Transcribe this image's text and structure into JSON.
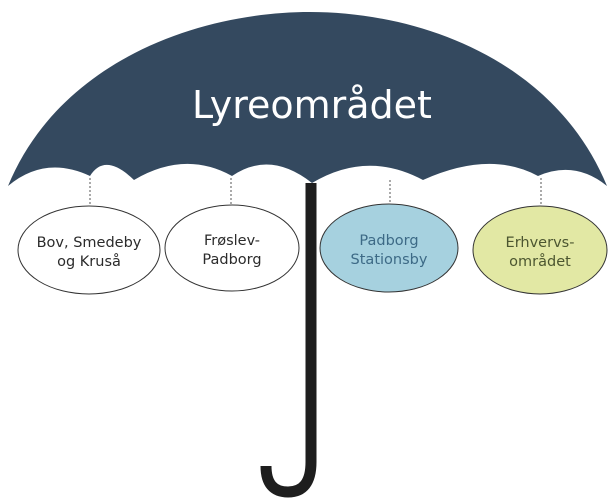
{
  "title": "Lyreområdet",
  "colors": {
    "canopy": "#34495f",
    "handle": "#1e1e1e",
    "connector": "#555555",
    "node_outline": "#333333"
  },
  "nodes": [
    {
      "line1": "Bov, Smedeby",
      "line2": "og Kruså",
      "fill": "#ffffff",
      "text_color": "#2b2b2b"
    },
    {
      "line1": "Frøslev-",
      "line2": "Padborg",
      "fill": "#ffffff",
      "text_color": "#2b2b2b"
    },
    {
      "line1": "Padborg",
      "line2": "Stationsby",
      "fill": "#a6d1df",
      "text_color": "#3d6a86"
    },
    {
      "line1": "Erhvervs-",
      "line2": "området",
      "fill": "#e2e8a4",
      "text_color": "#4c5630"
    }
  ]
}
